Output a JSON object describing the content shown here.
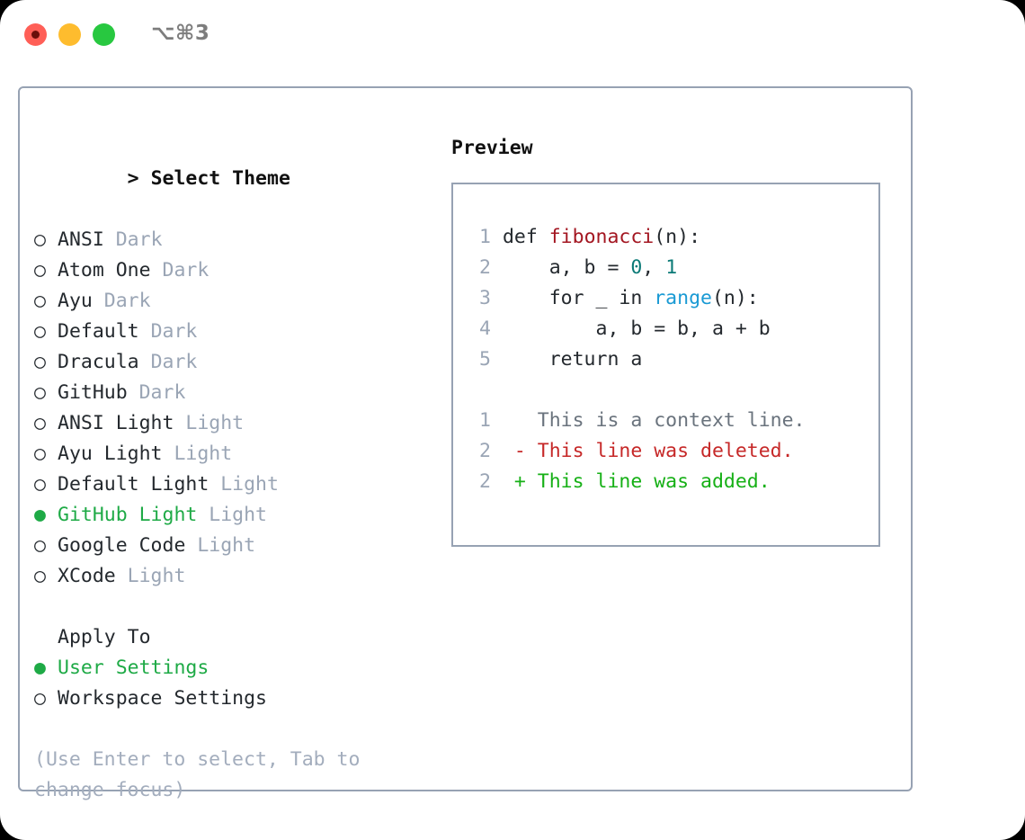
{
  "titlebar": {
    "dots": [
      {
        "name": "close-button",
        "color": "#ff5f57"
      },
      {
        "name": "minimize-button",
        "color": "#febc2e"
      },
      {
        "name": "maximize-button",
        "color": "#28c840"
      }
    ],
    "shortcut": "⌥⌘3"
  },
  "theme_picker": {
    "heading_marker": "> ",
    "heading": "Select Theme",
    "marker_unselected": "○ ",
    "marker_selected": "● ",
    "items": [
      {
        "name": "ANSI",
        "variant": "Dark",
        "selected": false
      },
      {
        "name": "Atom One",
        "variant": "Dark",
        "selected": false
      },
      {
        "name": "Ayu",
        "variant": "Dark",
        "selected": false
      },
      {
        "name": "Default",
        "variant": "Dark",
        "selected": false
      },
      {
        "name": "Dracula",
        "variant": "Dark",
        "selected": false
      },
      {
        "name": "GitHub",
        "variant": "Dark",
        "selected": false
      },
      {
        "name": "ANSI Light",
        "variant": "Light",
        "selected": false
      },
      {
        "name": "Ayu Light",
        "variant": "Light",
        "selected": false
      },
      {
        "name": "Default Light",
        "variant": "Light",
        "selected": false
      },
      {
        "name": "GitHub Light",
        "variant": "Light",
        "selected": true
      },
      {
        "name": "Google Code",
        "variant": "Light",
        "selected": false
      },
      {
        "name": "XCode",
        "variant": "Light",
        "selected": false
      }
    ]
  },
  "apply_to": {
    "heading": "Apply To",
    "items": [
      {
        "label": "User Settings",
        "selected": true
      },
      {
        "label": "Workspace Settings",
        "selected": false
      }
    ]
  },
  "hint": "(Use Enter to select, Tab to change focus)",
  "preview": {
    "title": "Preview",
    "code_lines": [
      {
        "num": "1",
        "tokens": [
          {
            "t": "def ",
            "c": "plain"
          },
          {
            "t": "fibonacci",
            "c": "fn"
          },
          {
            "t": "(n):",
            "c": "plain"
          }
        ]
      },
      {
        "num": "2",
        "tokens": [
          {
            "t": "    a, b = ",
            "c": "plain"
          },
          {
            "t": "0",
            "c": "num"
          },
          {
            "t": ", ",
            "c": "plain"
          },
          {
            "t": "1",
            "c": "num"
          }
        ]
      },
      {
        "num": "3",
        "tokens": [
          {
            "t": "    for _ in ",
            "c": "plain"
          },
          {
            "t": "range",
            "c": "call"
          },
          {
            "t": "(n):",
            "c": "plain"
          }
        ]
      },
      {
        "num": "4",
        "tokens": [
          {
            "t": "        a, b = b, a + b",
            "c": "plain"
          }
        ]
      },
      {
        "num": "5",
        "tokens": [
          {
            "t": "    return a",
            "c": "plain"
          }
        ]
      }
    ],
    "diff_lines": [
      {
        "num": "1",
        "prefix": "  ",
        "text": "This is a context line.",
        "kind": "ctx"
      },
      {
        "num": "2",
        "prefix": "- ",
        "text": "This line was deleted.",
        "kind": "del"
      },
      {
        "num": "2",
        "prefix": "+ ",
        "text": "This line was added.",
        "kind": "add"
      }
    ]
  },
  "colors": {
    "border": "#97a2b3",
    "selected_green": "#1eaa46",
    "dim_text": "#9aa5b5",
    "fn_red": "#a31621",
    "num_teal": "#0b7a77",
    "call_blue": "#1a9ad4",
    "diff_add": "#16b016",
    "diff_del": "#c62828",
    "diff_ctx": "#6a737d"
  }
}
